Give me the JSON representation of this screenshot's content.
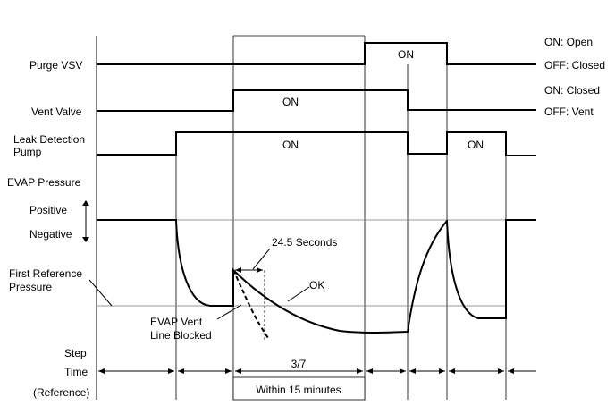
{
  "signals": {
    "purge_vsv": {
      "label": "Purge VSV",
      "pulse_label": "ON",
      "state_high": "ON: Open",
      "state_low": "OFF: Closed"
    },
    "vent_valve": {
      "label": "Vent Valve",
      "pulse_label": "ON",
      "state_high": "ON: Closed",
      "state_low": "OFF: Vent"
    },
    "leak_detection_pump": {
      "label_line1": "Leak Detection",
      "label_line2": "Pump",
      "pulse1_label": "ON",
      "pulse2_label": "ON"
    },
    "evap_pressure": {
      "label": "EVAP Pressure",
      "positive_label": "Positive",
      "negative_label": "Negative",
      "first_reference_line1": "First Reference",
      "first_reference_line2": "Pressure",
      "ok_label": "OK",
      "blocked_line1": "EVAP Vent",
      "blocked_line2": "Line Blocked",
      "seconds_label": "24.5 Seconds"
    }
  },
  "timeline": {
    "step_label": "Step",
    "time_label": "Time",
    "reference_label": "(Reference)",
    "step_value": "3/7",
    "time_limit": "Within 15 minutes"
  }
}
